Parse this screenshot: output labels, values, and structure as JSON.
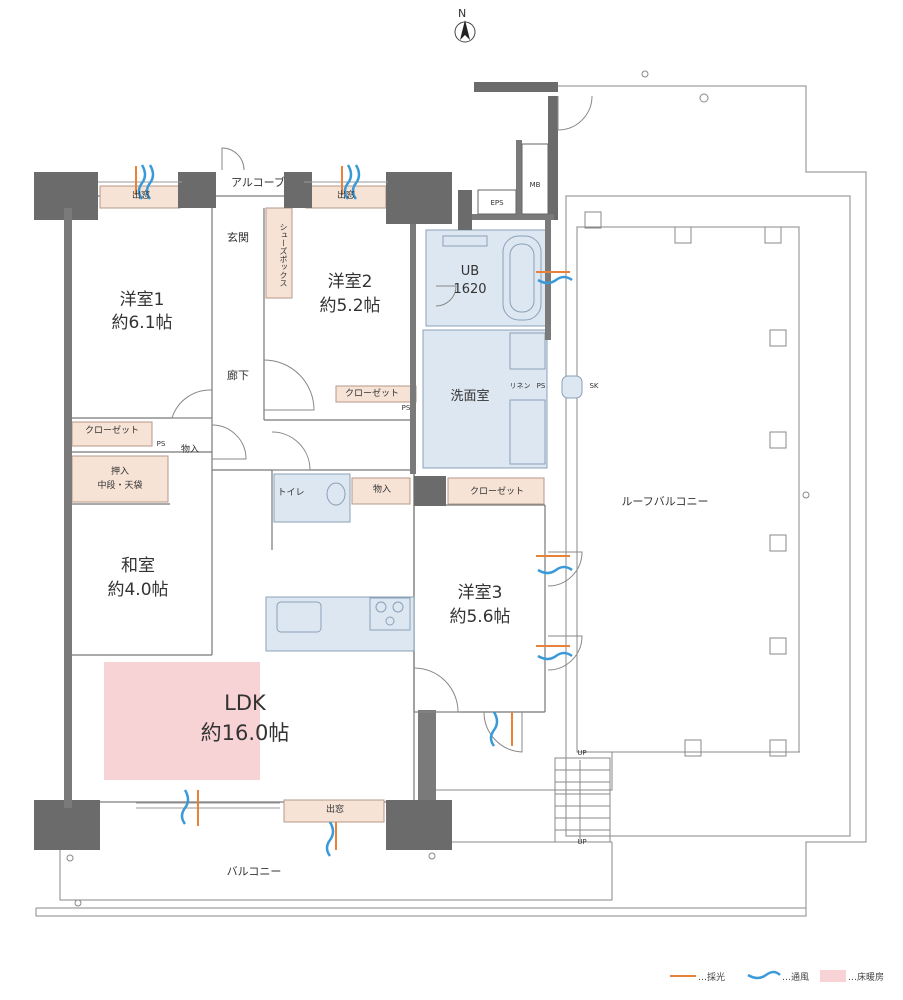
{
  "compass": {
    "label": "N"
  },
  "rooms": {
    "western1": {
      "name": "洋室1",
      "size": "約6.1帖"
    },
    "western2": {
      "name": "洋室2",
      "size": "約5.2帖"
    },
    "western3": {
      "name": "洋室3",
      "size": "約5.6帖"
    },
    "japanese": {
      "name": "和室",
      "size": "約4.0帖"
    },
    "ldk": {
      "name": "LDK",
      "size": "約16.0帖"
    },
    "ub": {
      "name": "UB",
      "size": "1620"
    }
  },
  "labels": {
    "bay_window_1": "出窓",
    "bay_window_2": "出窓",
    "bay_window_3": "出窓",
    "alcove": "アルコーブ",
    "entrance": "玄関",
    "shoe_box": "シューズボックス",
    "hallway": "廊下",
    "closet_w1": "クローゼット",
    "closet_w2": "クローゼット",
    "closet_w3": "クローゼット",
    "ps_1": "PS",
    "ps_2": "PS",
    "ps_3": "PS",
    "storage_1": "物入",
    "storage_2": "物入",
    "oshiire": "押入",
    "oshiire_sub": "中段・天袋",
    "toilet": "トイレ",
    "washroom": "洗面室",
    "linen": "リネン",
    "eps": "EPS",
    "mb": "MB",
    "sk": "SK",
    "roof_balcony": "ルーフバルコニー",
    "balcony": "バルコニー",
    "up_1": "UP",
    "up_2": "UP"
  },
  "legend": {
    "light": "…採光",
    "wind": "…通風",
    "floor_heating": "…床暖房"
  },
  "colors": {
    "wall": "#6b6b6b",
    "wet_area": "#dde7f2",
    "storage": "#f6e3d6",
    "floor_heating": "#f7d3d6",
    "light_arrow": "#e8823a",
    "wind_arrow": "#3a9ad9"
  }
}
